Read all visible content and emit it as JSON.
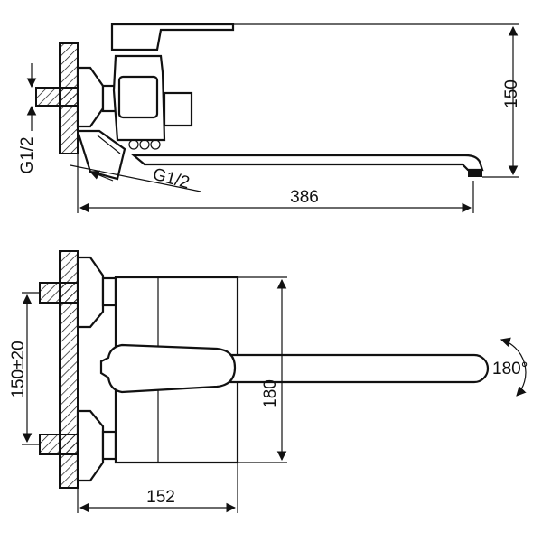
{
  "labels": {
    "width_overall": "386",
    "height_top": "150",
    "thread_left": "G1/2",
    "thread_diag": "G1/2",
    "centers": "150±20",
    "height_bottom": "180",
    "width_bottom": "152",
    "rotation": "180°"
  },
  "colors": {
    "line": "#111111",
    "background": "#ffffff"
  }
}
